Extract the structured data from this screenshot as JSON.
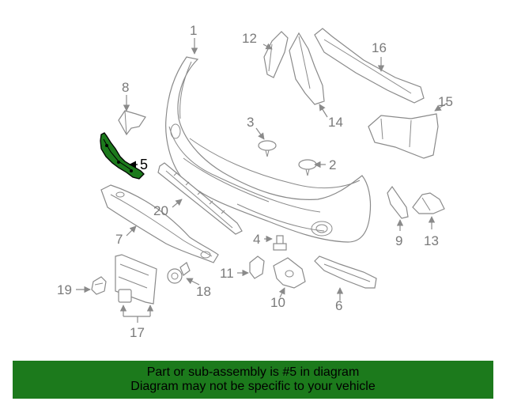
{
  "highlight_color": "#1c7a1c",
  "labels": {
    "p1": "1",
    "p2": "2",
    "p3": "3",
    "p4": "4",
    "p5": "5",
    "p6": "6",
    "p7": "7",
    "p8": "8",
    "p9": "9",
    "p10": "10",
    "p11": "11",
    "p12": "12",
    "p13": "13",
    "p14": "14",
    "p15": "15",
    "p16": "16",
    "p17": "17",
    "p18": "18",
    "p19": "19",
    "p20": "20"
  },
  "banner": {
    "line1": "Part or sub-assembly is #5 in diagram",
    "line2": "Diagram may not be specific to your vehicle"
  }
}
